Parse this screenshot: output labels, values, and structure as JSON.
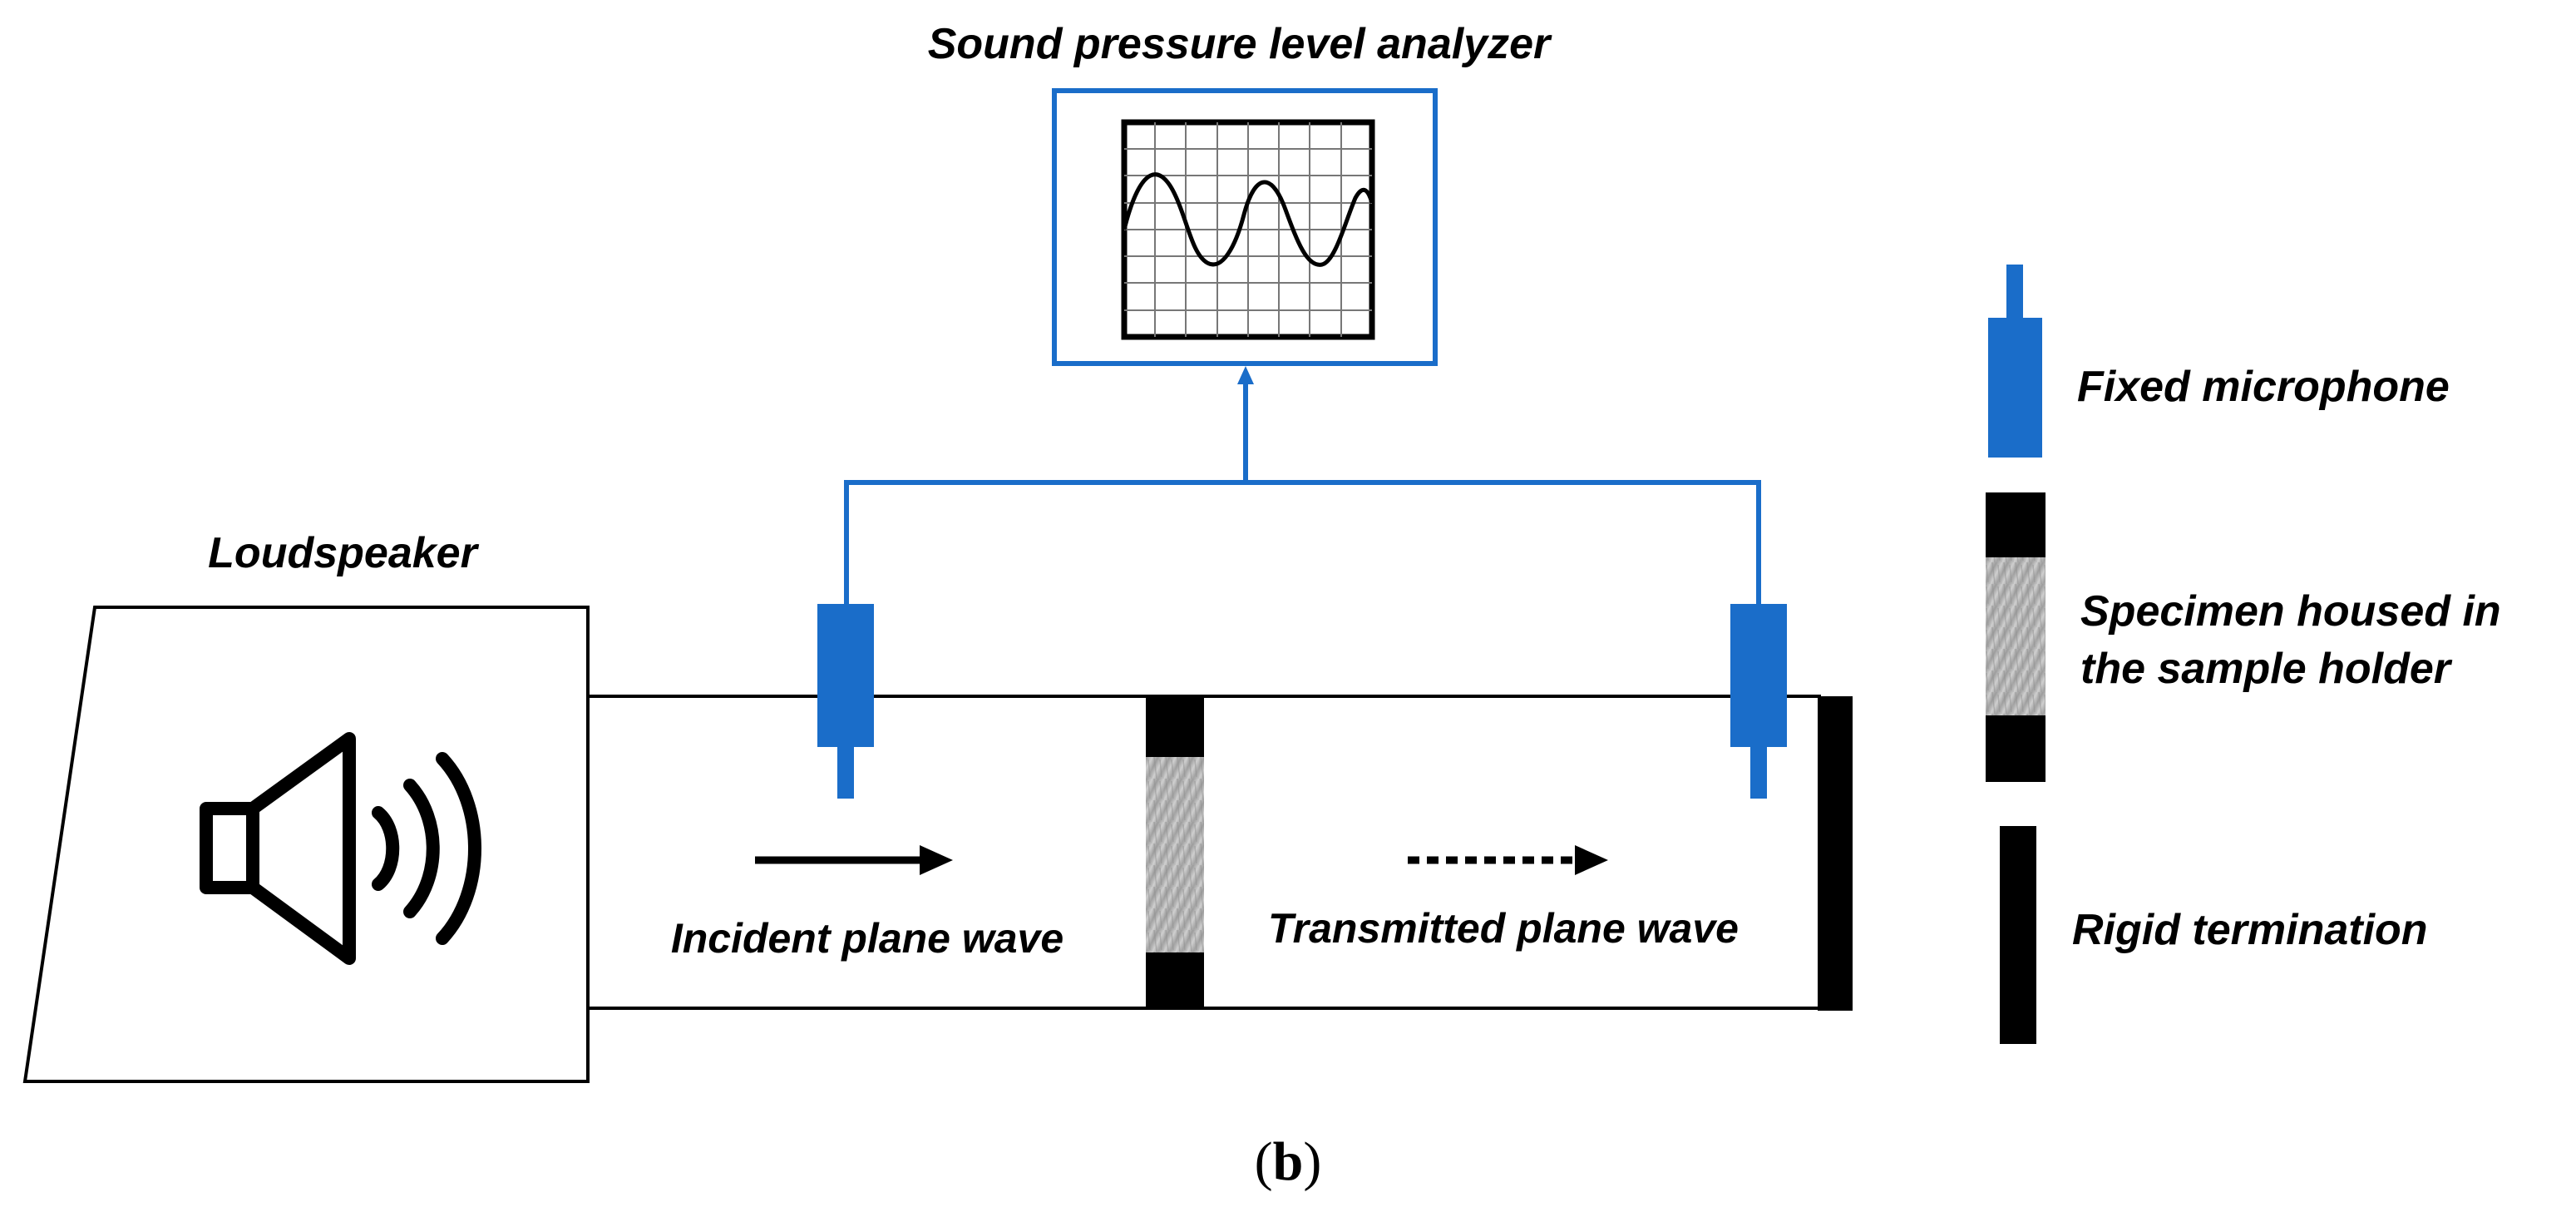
{
  "diagram": {
    "analyzer_label": "Sound pressure level analyzer",
    "loudspeaker_label": "Loudspeaker",
    "incident_wave_label": "Incident plane wave",
    "transmitted_wave_label": "Transmitted plane wave",
    "caption_open": "(",
    "caption_letter": "b",
    "caption_close": ")"
  },
  "legend": {
    "microphone_label": "Fixed microphone",
    "specimen_label_line1": "Specimen housed in",
    "specimen_label_line2": "the sample holder",
    "termination_label": "Rigid termination"
  },
  "icons": {
    "speaker": "speaker-icon",
    "oscilloscope": "oscilloscope-screen-icon"
  },
  "colors": {
    "signal_blue": "#1a6dc9",
    "outline": "#000000",
    "specimen_gray": "#b8b8b8"
  }
}
